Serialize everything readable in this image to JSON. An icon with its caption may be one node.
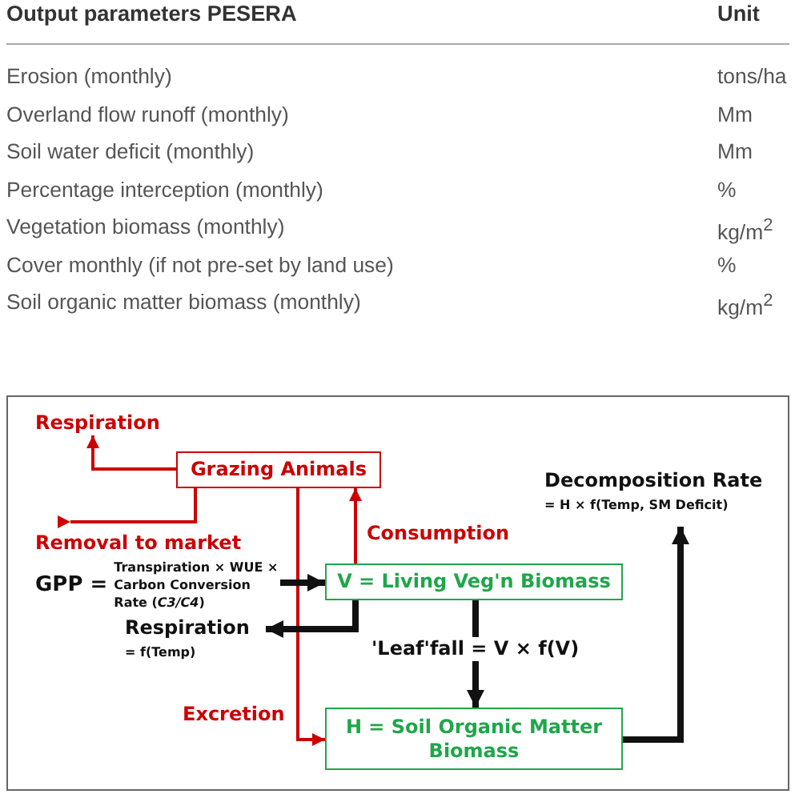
{
  "diagram": {
    "nodes": [
      {
        "text": [
          "Respiration"
        ]
      },
      {
        "text": [
          "Grazing Animals"
        ]
      },
      {
        "text": [
          "Removal to market"
        ]
      },
      {
        "text": [
          "GPP =",
          "Transpiration × WUE × Carbon Conversion Rate (*C3/C4*)"
        ]
      },
      {
        "text": [
          "V = Living Veg'n Biomass"
        ]
      },
      {
        "text": [
          "Respiration",
          "= f(Temp)"
        ]
      },
      {
        "text": [
          "H = Soil Organic Matter Biomass"
        ]
      },
      {
        "text": [
          "Decomposition Rate",
          "= H × f(Temp, SM Deficit)"
        ]
      }
    ],
    "edges": [
      {
        "from": 1,
        "to": 0,
        "arrow": "to",
        "color": "#cc0000"
      },
      {
        "from": 1,
        "to": 2,
        "arrow": "to",
        "color": "#cc0000"
      },
      {
        "from": 4,
        "to": 1,
        "arrow": "to",
        "label": "Consumption",
        "color": "#cc0000"
      },
      {
        "from": 1,
        "to": 6,
        "arrow": "to",
        "label": "Excretion",
        "color": "#cc0000"
      },
      {
        "from": 3,
        "to": 4,
        "arrow": "to",
        "style": "thick",
        "color": "#111111"
      },
      {
        "from": 4,
        "to": 5,
        "arrow": "to",
        "style": "thick",
        "color": "#111111"
      },
      {
        "from": 4,
        "to": 6,
        "arrow": "to",
        "label": "'Leaf'fall = V × f(V)",
        "style": "thick",
        "color": "#111111"
      },
      {
        "from": 6,
        "to": 7,
        "arrow": "to",
        "style": "thick",
        "color": "#111111"
      }
    ],
    "labels": [
      "Output parameters PESERA",
      "Unit",
      "Erosion (monthly)",
      "tons/ha",
      "Overland flow runoff (monthly)",
      "Mm",
      "Soil water deficit (monthly)",
      "Mm",
      "Percentage interception (monthly)",
      "%",
      "Vegetation biomass (monthly)",
      "kg/m$^{2}$",
      "Cover monthly (if not pre-set by land use)",
      "%",
      "Soil organic matter biomass (monthly)",
      "kg/m$^{2}$"
    ]
  }
}
